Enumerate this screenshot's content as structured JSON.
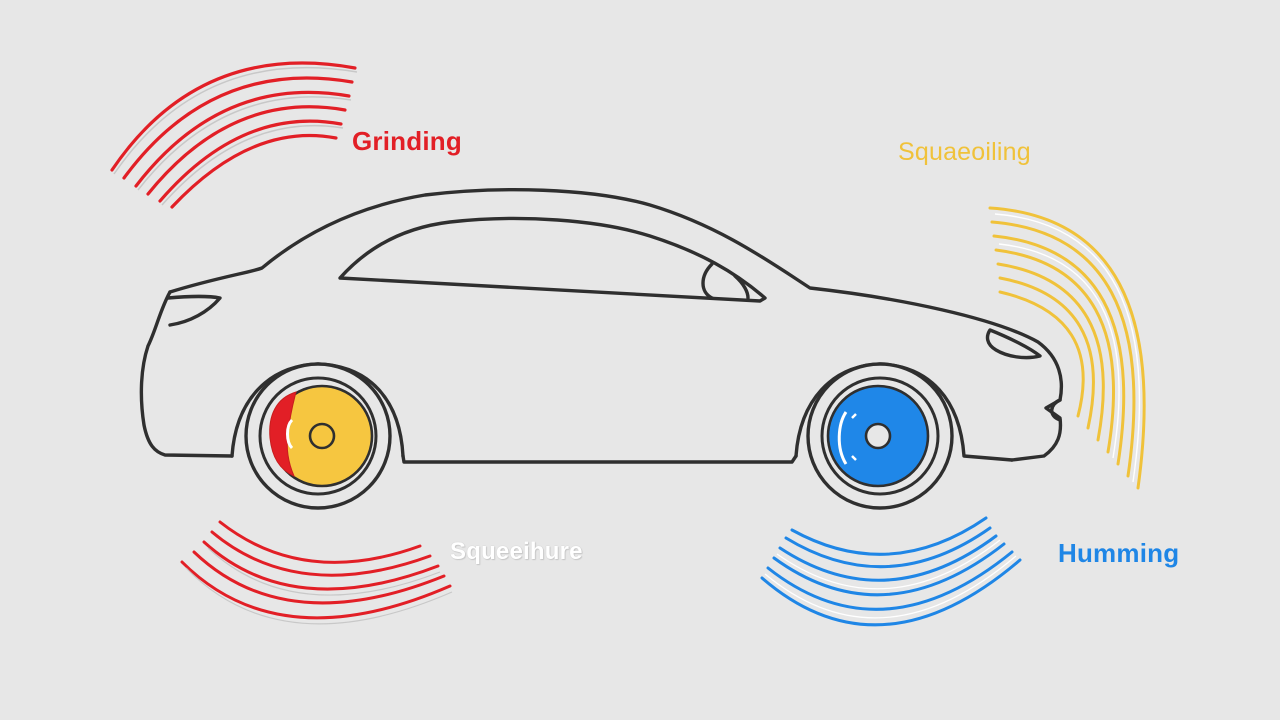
{
  "labels": {
    "grinding": "Grinding",
    "squealing_top": "Squaeoiling",
    "squealing_bottom": "Squeeihure",
    "humming": "Humming"
  },
  "colors": {
    "background": "#e7e7e7",
    "outline": "#2f2f2f",
    "grinding": "#e21f26",
    "squealing_top": "#f0c23a",
    "squealing_bottom": "#ffffff",
    "humming": "#1f86e6",
    "rear_disc": "#f6c640",
    "front_disc": "#1f87e8"
  },
  "icons": {
    "car": "car-outline-icon",
    "rear_wheel": "wheel-brake-icon",
    "front_wheel": "wheel-brake-icon",
    "sound_waves": "sound-wave-icon"
  }
}
